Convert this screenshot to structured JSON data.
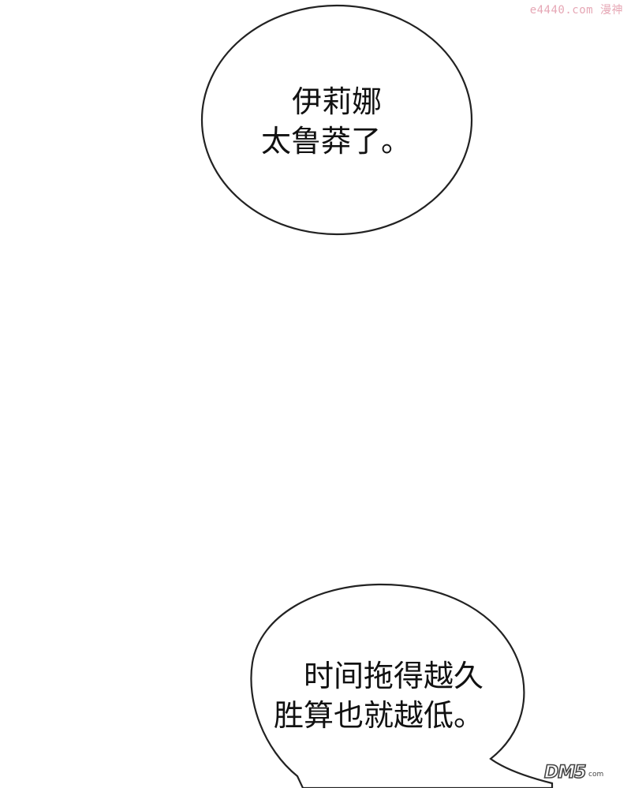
{
  "watermark": {
    "site": "e4440.com",
    "brand": "漫神"
  },
  "bubbles": [
    {
      "lines": [
        "伊莉娜",
        "太鲁莽了。"
      ]
    },
    {
      "lines": [
        "时间拖得越久",
        "胜算也就越低。"
      ]
    }
  ],
  "logo": {
    "text": "DM5",
    "suffix": "com"
  },
  "colors": {
    "background": "#ffffff",
    "outline": "#222222",
    "text": "#111111",
    "watermark": "#e6a7b5"
  }
}
